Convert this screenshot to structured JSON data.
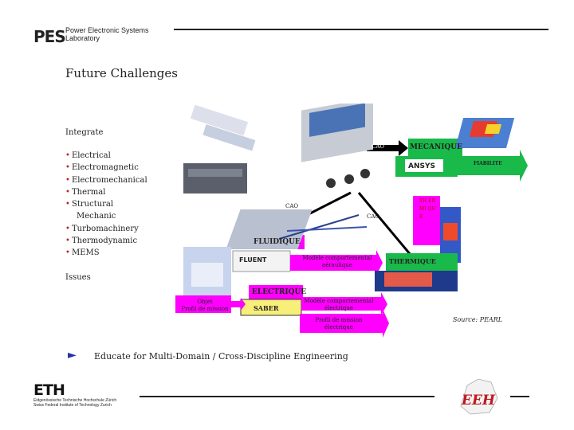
{
  "header": {
    "logo": "PES",
    "line1": "Power Electronic Systems",
    "line2": "Laboratory"
  },
  "title": "Future Challenges",
  "integrate": {
    "heading": "Integrate",
    "items": [
      "Electrical",
      "Electromagnetic",
      "Electromechanical",
      "Thermal",
      "Structural"
    ],
    "continuation": "Mechanic",
    "items2": [
      "Turbomachinery",
      "Thermodynamic",
      "MEMS"
    ]
  },
  "issues": "Issues",
  "educate": "Educate for Multi-Domain / Cross-Discipline Engineering",
  "source": "Source: PEARL",
  "diagram": {
    "cao_top": "CAO",
    "cao_left": "CAO",
    "cao_mid": "CAO",
    "mecanique": "MECANIQUE",
    "ansys": "ANSYS",
    "fiabilite": "FIABILITE",
    "fluidique": "FLUIDIQUE",
    "fluent": "FLUENT",
    "modele_aero": "Modèle comportemental aéraulique",
    "thermique": "THERMIQUE",
    "electrique": "ELECTRIQUE",
    "saber": "SABER",
    "modele_elec": "Modèle comportemental électrique",
    "objet": "Objet",
    "profil_mission": "Profil de mission",
    "profil_mission_elec": "Profil de mission électrique",
    "vertical_label": "TH ER MI QU E"
  },
  "footer": {
    "eth_logo": "ETH",
    "eth_line1": "Eidgenössische Technische Hochschule Zürich",
    "eth_line2": "Swiss Federal Institute of Technology Zurich",
    "eeh": "EEH"
  },
  "colors": {
    "magenta": "#ff00ff",
    "green": "#19b94a",
    "blue_arrow": "#2233aa"
  }
}
